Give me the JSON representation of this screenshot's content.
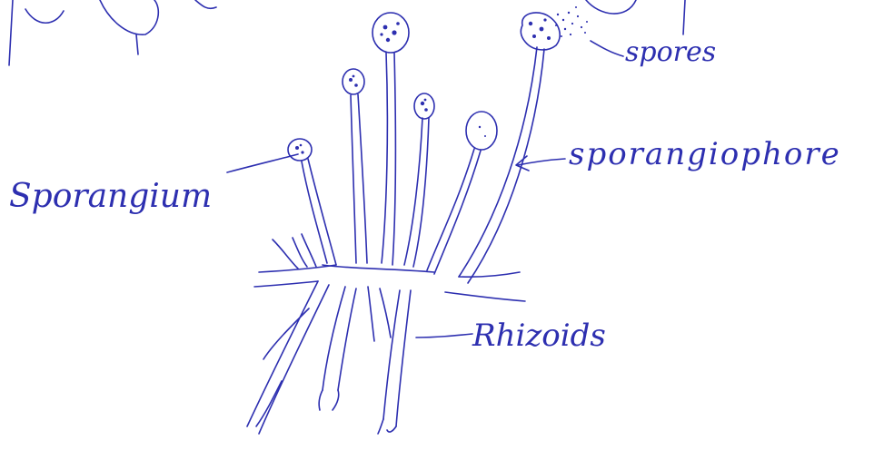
{
  "diagram": {
    "labels": {
      "sporangium": "Sporangium",
      "spores": "spores",
      "sporangiophore": "sporangiophore",
      "rhizoids": "Rhizoids"
    },
    "ink_color": "#2d2fb0"
  }
}
